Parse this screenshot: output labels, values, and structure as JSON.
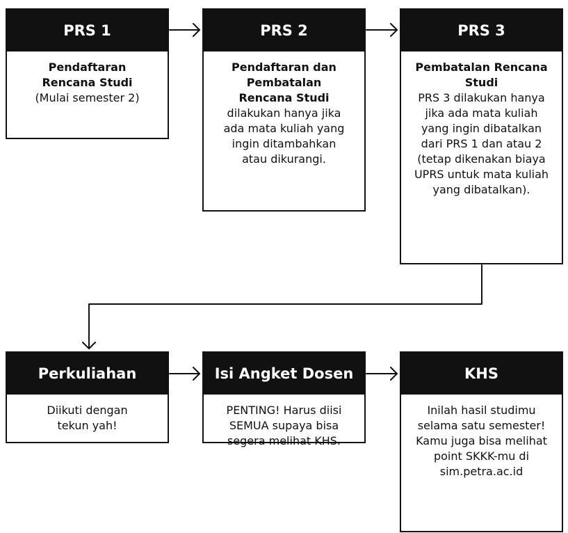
{
  "row1": [
    {
      "title": "PRS 1",
      "bold": "Pendaftaran Rencana Studi",
      "text": "(Mulai semester 2)"
    },
    {
      "title": "PRS 2",
      "bold": "Pendaftaran dan Pembatalan Rencana Studi",
      "text": "dilakukan hanya jika ada mata kuliah yang ingin ditambahkan atau dikurangi."
    },
    {
      "title": "PRS 3",
      "bold": "Pembatalan Rencana Studi",
      "text": "PRS 3 dilakukan hanya jika ada mata kuliah yang ingin dibatalkan dari PRS 1 dan atau 2 (tetap dikenakan biaya UPRS untuk mata kuliah yang dibatalkan)."
    }
  ],
  "row2": [
    {
      "title": "Perkuliahan",
      "text": "Diikuti dengan tekun yah!"
    },
    {
      "title": "Isi Angket Dosen",
      "text": "PENTING! Harus diisi SEMUA supaya bisa segera melihat KHS."
    },
    {
      "title": "KHS",
      "text": "Inilah hasil studimu selama satu semester! Kamu juga bisa melihat point SKKK-mu di sim.petra.ac.id"
    }
  ]
}
